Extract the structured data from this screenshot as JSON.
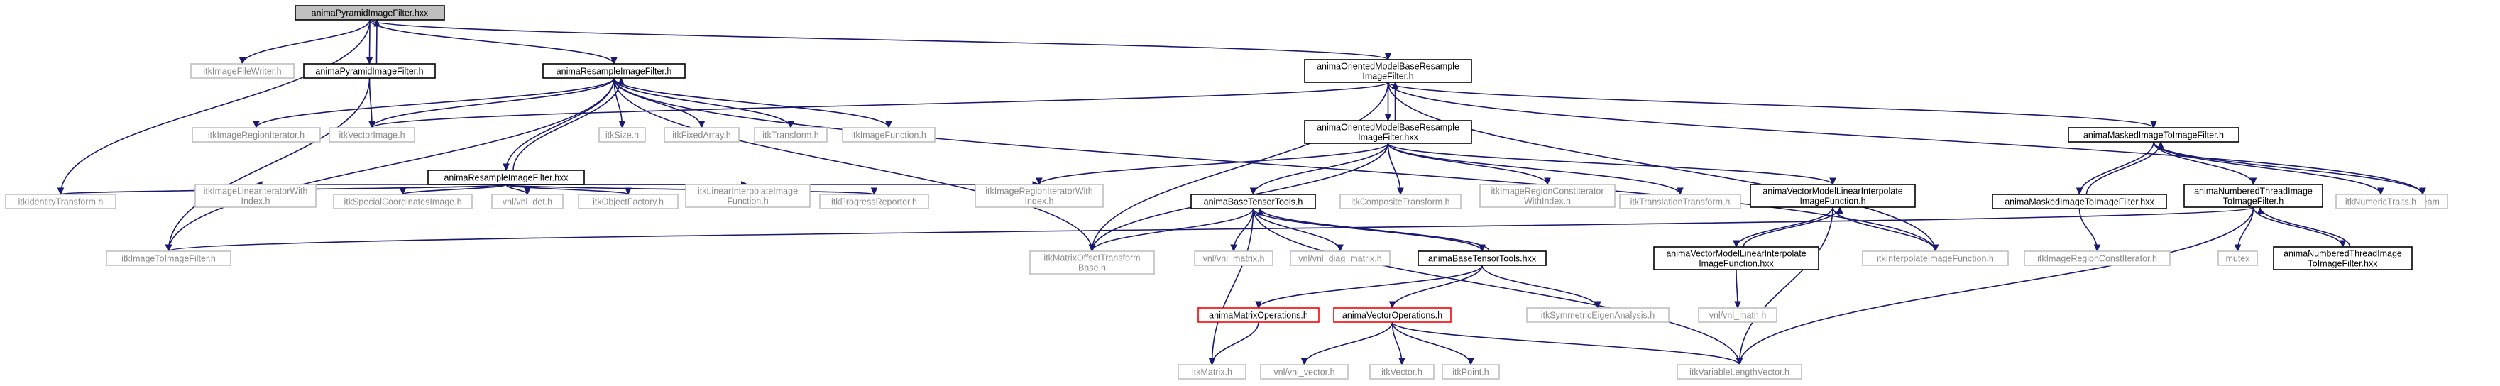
{
  "title": "",
  "colors": {
    "edge": "#191970",
    "box_default_stroke": "#bfbfbf",
    "box_default_text": "#8a8a8a",
    "box_documented_stroke": "#000000",
    "box_documented_text": "#000000",
    "box_root_fill": "#bfbfbf",
    "box_missing_stroke": "#ff0000"
  },
  "nodes": [
    {
      "id": "n_root",
      "lines": [
        "animaPyramidImageFilter.hxx"
      ],
      "style": "root"
    },
    {
      "id": "n_filewriter",
      "lines": [
        "itkImageFileWriter.h"
      ],
      "style": "gray"
    },
    {
      "id": "n_pyr_h",
      "lines": [
        "animaPyramidImageFilter.h"
      ],
      "style": "black"
    },
    {
      "id": "n_resample_h",
      "lines": [
        "animaResampleImageFilter.h"
      ],
      "style": "black"
    },
    {
      "id": "n_ombr_h",
      "lines": [
        "animaOrientedModelBaseResample",
        "ImageFilter.h"
      ],
      "style": "black"
    },
    {
      "id": "n_identity",
      "lines": [
        "itkIdentityTransform.h"
      ],
      "style": "gray"
    },
    {
      "id": "n_imgtoimg",
      "lines": [
        "itkImageToImageFilter.h"
      ],
      "style": "gray"
    },
    {
      "id": "n_regioniter",
      "lines": [
        "itkImageRegionIterator.h"
      ],
      "style": "gray"
    },
    {
      "id": "n_vectorimage",
      "lines": [
        "itkVectorImage.h"
      ],
      "style": "gray"
    },
    {
      "id": "n_size",
      "lines": [
        "itkSize.h"
      ],
      "style": "gray"
    },
    {
      "id": "n_fixedarray",
      "lines": [
        "itkFixedArray.h"
      ],
      "style": "gray"
    },
    {
      "id": "n_transform",
      "lines": [
        "itkTransform.h"
      ],
      "style": "gray"
    },
    {
      "id": "n_imagefunction",
      "lines": [
        "itkImageFunction.h"
      ],
      "style": "gray"
    },
    {
      "id": "n_resample_hxx",
      "lines": [
        "animaResampleImageFilter.hxx"
      ],
      "style": "black"
    },
    {
      "id": "n_ombr_hxx",
      "lines": [
        "animaOrientedModelBaseResample",
        "ImageFilter.hxx"
      ],
      "style": "black"
    },
    {
      "id": "n_masked_h",
      "lines": [
        "animaMaskedImageToImageFilter.h"
      ],
      "style": "black"
    },
    {
      "id": "n_iostream",
      "lines": [
        "iostream"
      ],
      "style": "gray"
    },
    {
      "id": "n_linearinterp_iter",
      "lines": [
        "itkImageLinearIteratorWith",
        "Index.h"
      ],
      "style": "gray"
    },
    {
      "id": "n_specialcoords",
      "lines": [
        "itkSpecialCoordinatesImage.h"
      ],
      "style": "gray"
    },
    {
      "id": "n_vnl_det",
      "lines": [
        "vnl/vnl_det.h"
      ],
      "style": "gray"
    },
    {
      "id": "n_objectfactory",
      "lines": [
        "itkObjectFactory.h"
      ],
      "style": "gray"
    },
    {
      "id": "n_linearinterp_func",
      "lines": [
        "itkLinearInterpolateImage",
        "Function.h"
      ],
      "style": "gray"
    },
    {
      "id": "n_progress",
      "lines": [
        "itkProgressReporter.h"
      ],
      "style": "gray"
    },
    {
      "id": "n_regioniter_idx",
      "lines": [
        "itkImageRegionIteratorWith",
        "Index.h"
      ],
      "style": "gray"
    },
    {
      "id": "n_basetensor_h",
      "lines": [
        "animaBaseTensorTools.h"
      ],
      "style": "black"
    },
    {
      "id": "n_composite",
      "lines": [
        "itkCompositeTransform.h"
      ],
      "style": "gray"
    },
    {
      "id": "n_regionconst_idx",
      "lines": [
        "itkImageRegionConstIterator",
        "WithIndex.h"
      ],
      "style": "gray"
    },
    {
      "id": "n_translation",
      "lines": [
        "itkTranslationTransform.h"
      ],
      "style": "gray"
    },
    {
      "id": "n_vmli_h",
      "lines": [
        "animaVectorModelLinearInterpolate",
        "ImageFunction.h"
      ],
      "style": "black"
    },
    {
      "id": "n_masked_hxx",
      "lines": [
        "animaMaskedImageToImageFilter.hxx"
      ],
      "style": "black"
    },
    {
      "id": "n_numbered_h",
      "lines": [
        "animaNumberedThreadImage",
        "ToImageFilter.h"
      ],
      "style": "black"
    },
    {
      "id": "n_numerictraits",
      "lines": [
        "itkNumericTraits.h"
      ],
      "style": "gray"
    },
    {
      "id": "n_matrixoffset",
      "lines": [
        "itkMatrixOffsetTransform",
        "Base.h"
      ],
      "style": "gray"
    },
    {
      "id": "n_vnl_matrix",
      "lines": [
        "vnl/vnl_matrix.h"
      ],
      "style": "gray"
    },
    {
      "id": "n_vnl_diag",
      "lines": [
        "vnl/vnl_diag_matrix.h"
      ],
      "style": "gray"
    },
    {
      "id": "n_basetensor_hxx",
      "lines": [
        "animaBaseTensorTools.hxx"
      ],
      "style": "black"
    },
    {
      "id": "n_vmli_hxx",
      "lines": [
        "animaVectorModelLinearInterpolate",
        "ImageFunction.hxx"
      ],
      "style": "black"
    },
    {
      "id": "n_interp_func",
      "lines": [
        "itkInterpolateImageFunction.h"
      ],
      "style": "gray"
    },
    {
      "id": "n_regionconst_iter",
      "lines": [
        "itkImageRegionConstIterator.h"
      ],
      "style": "gray"
    },
    {
      "id": "n_mutex",
      "lines": [
        "mutex"
      ],
      "style": "gray"
    },
    {
      "id": "n_numbered_hxx",
      "lines": [
        "animaNumberedThreadImage",
        "ToImageFilter.hxx"
      ],
      "style": "black"
    },
    {
      "id": "n_matrixops",
      "lines": [
        "animaMatrixOperations.h"
      ],
      "style": "red"
    },
    {
      "id": "n_vectorops",
      "lines": [
        "animaVectorOperations.h"
      ],
      "style": "red"
    },
    {
      "id": "n_symeigen",
      "lines": [
        "itkSymmetricEigenAnalysis.h"
      ],
      "style": "gray"
    },
    {
      "id": "n_vnl_math",
      "lines": [
        "vnl/vnl_math.h"
      ],
      "style": "gray"
    },
    {
      "id": "n_itkmatrix",
      "lines": [
        "itkMatrix.h"
      ],
      "style": "gray"
    },
    {
      "id": "n_vnl_vector",
      "lines": [
        "vnl/vnl_vector.h"
      ],
      "style": "gray"
    },
    {
      "id": "n_itkvector",
      "lines": [
        "itkVector.h"
      ],
      "style": "gray"
    },
    {
      "id": "n_itkpoint",
      "lines": [
        "itkPoint.h"
      ],
      "style": "gray"
    },
    {
      "id": "n_varlength",
      "lines": [
        "itkVariableLengthVector.h"
      ],
      "style": "gray"
    }
  ],
  "edges": [
    [
      "n_root",
      "n_filewriter"
    ],
    [
      "n_root",
      "n_pyr_h"
    ],
    [
      "n_root",
      "n_resample_h"
    ],
    [
      "n_root",
      "n_ombr_h"
    ],
    [
      "n_root",
      "n_identity"
    ],
    [
      "n_pyr_h",
      "n_root"
    ],
    [
      "n_pyr_h",
      "n_imgtoimg"
    ],
    [
      "n_pyr_h",
      "n_vectorimage"
    ],
    [
      "n_resample_h",
      "n_regioniter"
    ],
    [
      "n_resample_h",
      "n_vectorimage"
    ],
    [
      "n_resample_h",
      "n_size"
    ],
    [
      "n_resample_h",
      "n_fixedarray"
    ],
    [
      "n_resample_h",
      "n_transform"
    ],
    [
      "n_resample_h",
      "n_imagefunction"
    ],
    [
      "n_resample_h",
      "n_resample_hxx"
    ],
    [
      "n_resample_h",
      "n_imgtoimg"
    ],
    [
      "n_resample_h",
      "n_matrixoffset"
    ],
    [
      "n_resample_h",
      "n_interp_func"
    ],
    [
      "n_resample_hxx",
      "n_resample_h"
    ],
    [
      "n_resample_hxx",
      "n_identity"
    ],
    [
      "n_resample_hxx",
      "n_linearinterp_iter"
    ],
    [
      "n_resample_hxx",
      "n_specialcoords"
    ],
    [
      "n_resample_hxx",
      "n_vnl_det"
    ],
    [
      "n_resample_hxx",
      "n_objectfactory"
    ],
    [
      "n_resample_hxx",
      "n_linearinterp_func"
    ],
    [
      "n_resample_hxx",
      "n_progress"
    ],
    [
      "n_resample_hxx",
      "n_regioniter_idx"
    ],
    [
      "n_ombr_h",
      "n_ombr_hxx"
    ],
    [
      "n_ombr_h",
      "n_vectorimage"
    ],
    [
      "n_ombr_h",
      "n_masked_h"
    ],
    [
      "n_ombr_h",
      "n_iostream"
    ],
    [
      "n_ombr_h",
      "n_matrixoffset"
    ],
    [
      "n_ombr_h",
      "n_interp_func"
    ],
    [
      "n_ombr_hxx",
      "n_ombr_h"
    ],
    [
      "n_ombr_hxx",
      "n_regioniter_idx"
    ],
    [
      "n_ombr_hxx",
      "n_basetensor_h"
    ],
    [
      "n_ombr_hxx",
      "n_composite"
    ],
    [
      "n_ombr_hxx",
      "n_regionconst_idx"
    ],
    [
      "n_ombr_hxx",
      "n_translation"
    ],
    [
      "n_ombr_hxx",
      "n_vmli_h"
    ],
    [
      "n_ombr_hxx",
      "n_matrixoffset"
    ],
    [
      "n_masked_h",
      "n_masked_hxx"
    ],
    [
      "n_masked_h",
      "n_numbered_h"
    ],
    [
      "n_masked_h",
      "n_numerictraits"
    ],
    [
      "n_masked_h",
      "n_iostream"
    ],
    [
      "n_masked_hxx",
      "n_masked_h"
    ],
    [
      "n_masked_hxx",
      "n_regionconst_iter"
    ],
    [
      "n_numbered_h",
      "n_numbered_hxx"
    ],
    [
      "n_numbered_h",
      "n_mutex"
    ],
    [
      "n_numbered_h",
      "n_imgtoimg"
    ],
    [
      "n_numbered_h",
      "n_varlength"
    ],
    [
      "n_numbered_hxx",
      "n_numbered_h"
    ],
    [
      "n_basetensor_h",
      "n_vnl_matrix"
    ],
    [
      "n_basetensor_h",
      "n_vnl_diag"
    ],
    [
      "n_basetensor_h",
      "n_matrixoffset"
    ],
    [
      "n_basetensor_h",
      "n_itkmatrix"
    ],
    [
      "n_basetensor_h",
      "n_basetensor_hxx"
    ],
    [
      "n_basetensor_h",
      "n_varlength"
    ],
    [
      "n_basetensor_hxx",
      "n_basetensor_h"
    ],
    [
      "n_basetensor_hxx",
      "n_matrixops"
    ],
    [
      "n_basetensor_hxx",
      "n_vectorops"
    ],
    [
      "n_basetensor_hxx",
      "n_symeigen"
    ],
    [
      "n_vmli_h",
      "n_vmli_hxx"
    ],
    [
      "n_vmli_h",
      "n_interp_func"
    ],
    [
      "n_vmli_h",
      "n_varlength"
    ],
    [
      "n_vmli_hxx",
      "n_vmli_h"
    ],
    [
      "n_vmli_hxx",
      "n_vnl_math"
    ],
    [
      "n_matrixops",
      "n_itkmatrix"
    ],
    [
      "n_vectorops",
      "n_vnl_vector"
    ],
    [
      "n_vectorops",
      "n_itkvector"
    ],
    [
      "n_vectorops",
      "n_itkpoint"
    ],
    [
      "n_vectorops",
      "n_varlength"
    ]
  ]
}
